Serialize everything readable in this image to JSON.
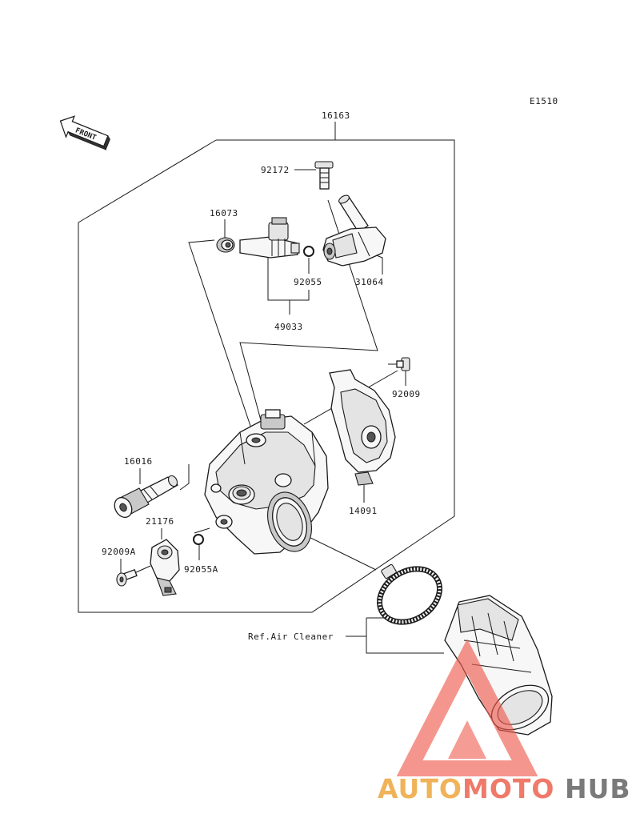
{
  "diagram_code": "E1510",
  "front_label": "FRONT",
  "labels": {
    "p16163": "16163",
    "p92172": "92172",
    "p16073": "16073",
    "p31064": "31064",
    "p92055": "92055",
    "p49033": "49033",
    "p92009": "92009",
    "p16016": "16016",
    "p14091": "14091",
    "p21176": "21176",
    "p92009A": "92009A",
    "p92055A": "92055A",
    "ref_air_cleaner": "Ref.Air Cleaner"
  },
  "watermark": {
    "part1": "AUTO",
    "part2": "MOTO",
    "part3": "HUB",
    "colors": {
      "auto": "#f0b35a",
      "moto": "#ef7a6a",
      "hub": "#7a7a7a",
      "triangle": "#ef5b4e"
    }
  }
}
